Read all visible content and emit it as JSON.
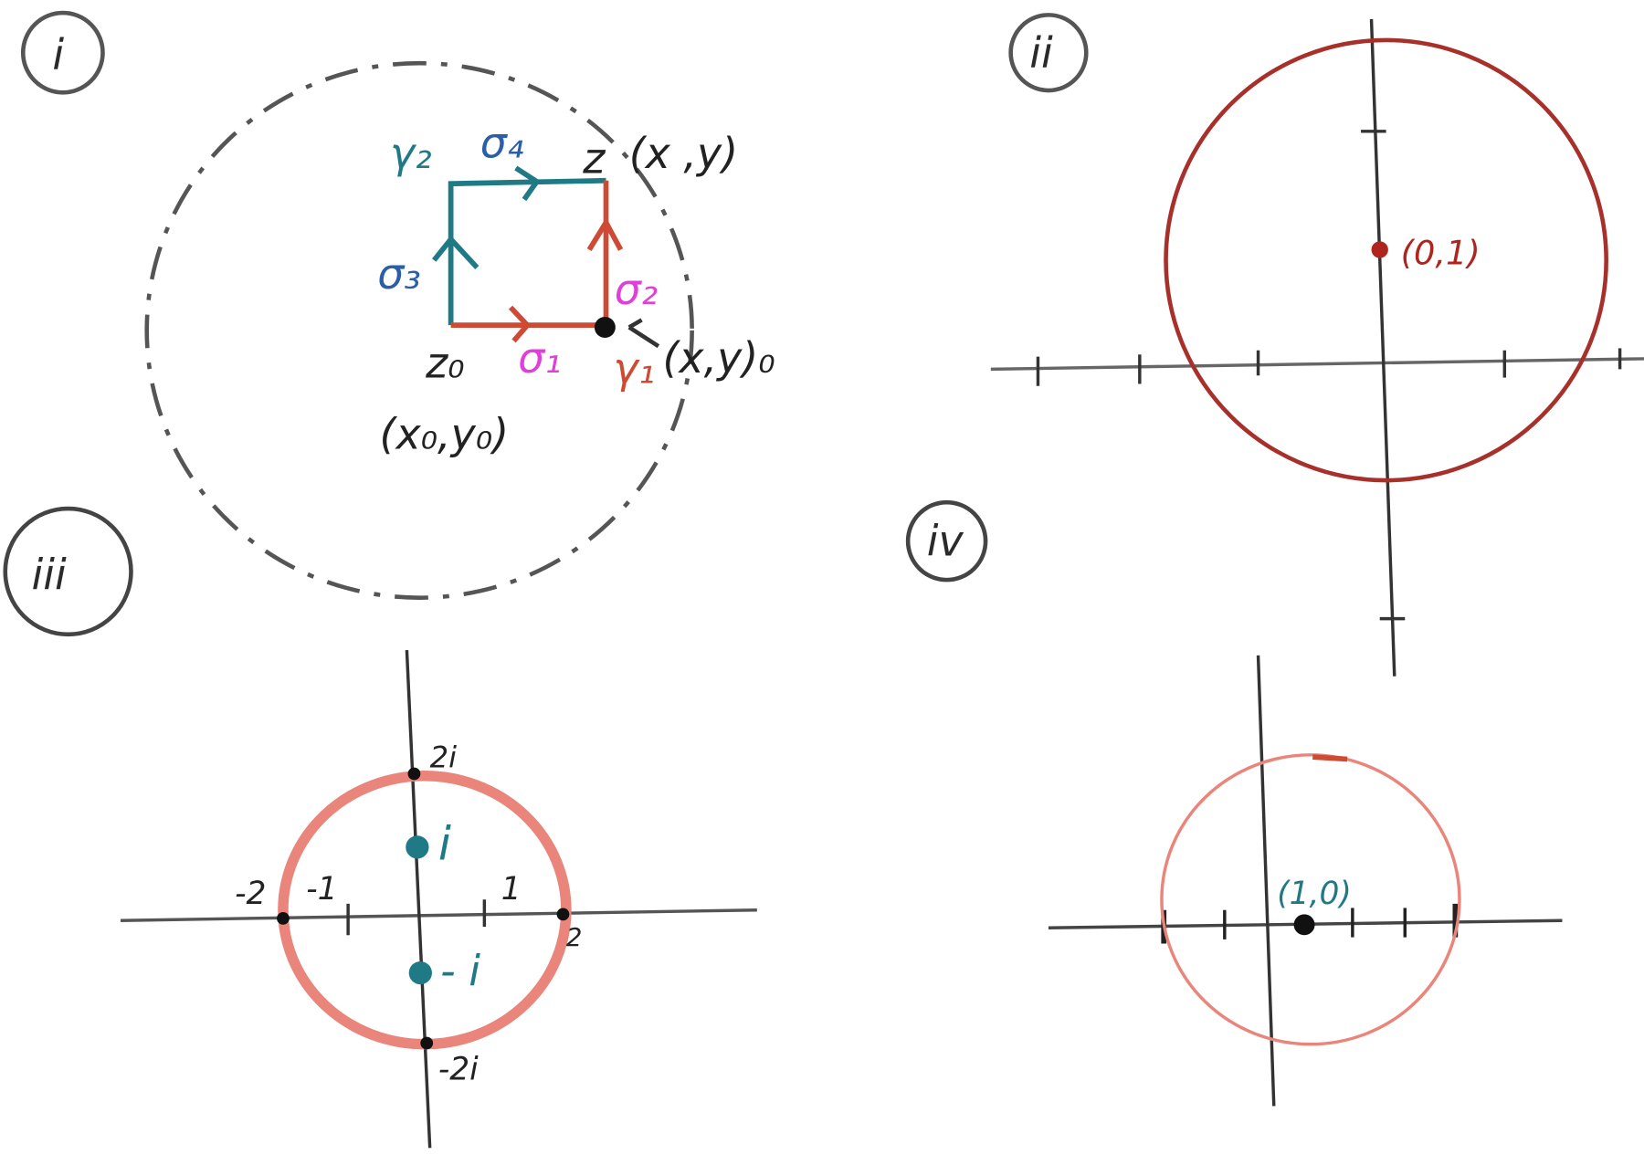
{
  "colors": {
    "ink": "#2a2a2a",
    "axis": "#555555",
    "teal": "#1f7a86",
    "blue": "#2b5ea8",
    "magenta": "#e040d8",
    "red": "#cf4a35",
    "dark_red": "#a8302a",
    "salmon": "#e9857a"
  },
  "panel_i": {
    "label": "i",
    "gamma2": "γ₂",
    "sigma4": "σ₄",
    "z": "z",
    "xy": "(x ,y)",
    "sigma3": "σ₃",
    "sigma2": "σ₂",
    "sigma1": "σ₁",
    "gamma1": "γ₁",
    "z0": "z₀",
    "x0y0": "(x₀,y₀)",
    "xy0": "(x,y)₀"
  },
  "panel_ii": {
    "label": "ii",
    "center_label": "(0,1)"
  },
  "panel_iii": {
    "label": "iii",
    "labels": {
      "two_i": "2i",
      "i": "i",
      "minus_i": "- i",
      "minus_two_i": "-2i",
      "minus_two": "-2",
      "minus_one": "-1",
      "one": "1",
      "two": "2"
    }
  },
  "panel_iv": {
    "label": "iv",
    "point_label": "(1,0)"
  }
}
